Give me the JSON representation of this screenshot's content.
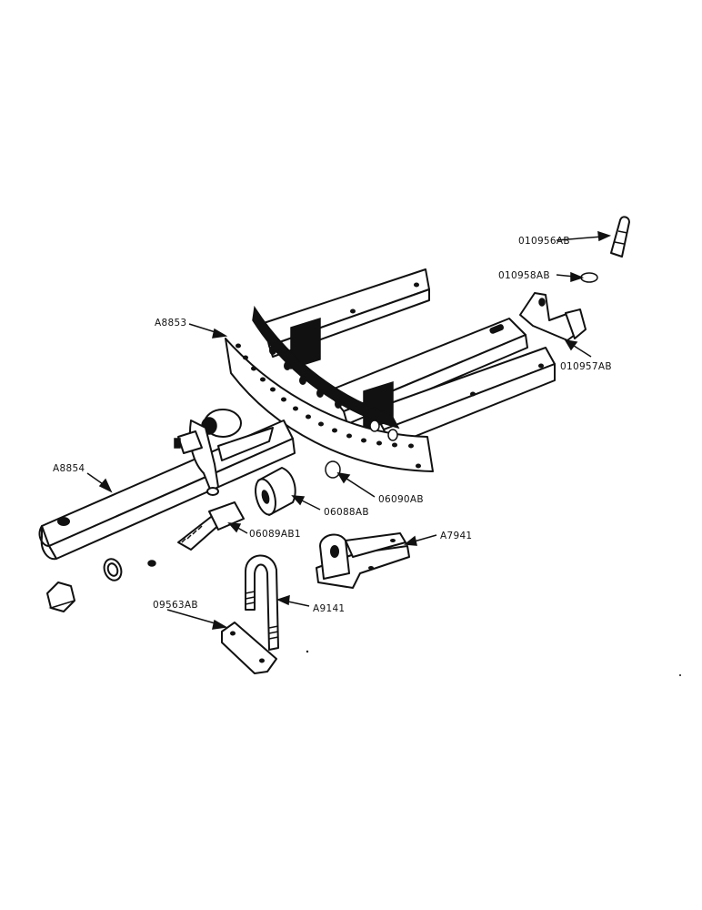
{
  "parts": [
    {
      "id": "010956AB"
    },
    {
      "id": "010958AB"
    },
    {
      "id": "010957AB"
    },
    {
      "id": "A8853"
    },
    {
      "id": "A8854"
    },
    {
      "id": "06090AB"
    },
    {
      "id": "06088AB"
    },
    {
      "id": "06089AB1",
      "label": "06089AB1"
    },
    {
      "id": "A7941"
    },
    {
      "id": "A9141"
    },
    {
      "id": "09563AB"
    }
  ],
  "labels": {
    "p010956": "010956AB",
    "p010958": "010958AB",
    "p010957": "010957AB",
    "pA8853": "A8853",
    "pA8854": "A8854",
    "p06090": "06090AB",
    "p06088": "06088AB",
    "p06089": "06089AB1",
    "pA7941": "A7941",
    "pA9141": "A9141",
    "p09563": "09563AB"
  },
  "colors": {
    "ink": "#111111",
    "paper": "#ffffff"
  }
}
